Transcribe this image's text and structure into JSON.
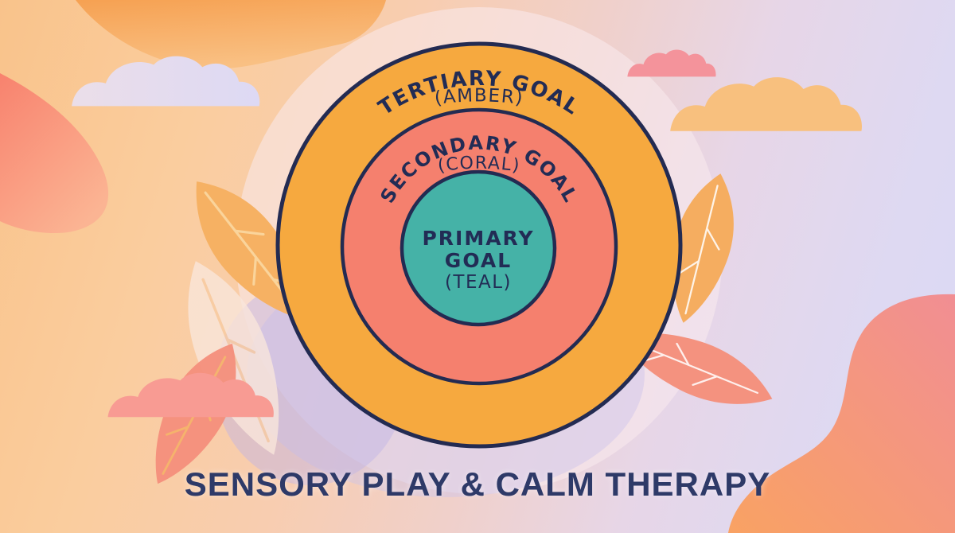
{
  "title": "SENSORY PLAY & CALM THERAPY",
  "diagram": {
    "type": "concentric-circles",
    "outline_color": "#232B52",
    "label_color": "#222C55",
    "rings": [
      {
        "name": "tertiary",
        "label": "TERTIARY GOAL",
        "sublabel": "(AMBER)",
        "color_name": "Amber",
        "fill": "#F6A93F"
      },
      {
        "name": "secondary",
        "label": "SECONDARY GOAL",
        "sublabel": "(CORAL)",
        "color_name": "Coral",
        "fill": "#F5806E"
      },
      {
        "name": "primary",
        "label_line1": "PRIMARY",
        "label_line2": "GOAL",
        "sublabel": "(TEAL)",
        "color_name": "Teal",
        "fill": "#45B2A7"
      }
    ]
  },
  "background": {
    "base_left": "#F9C38B",
    "base_right": "#DAD9F5",
    "decor": {
      "cloud_lavender_top_left": {
        "fill": "#E2DBF0"
      },
      "cloud_pink_top_right": {
        "fill": "#F4939B"
      },
      "cloud_orange_top_right": {
        "fill": "#F8C07E"
      },
      "cloud_pink_bottom_left": {
        "fill": "#F89B93"
      },
      "leaf_orange_left": {
        "fill": "#F6B163"
      },
      "leaf_cream_left": {
        "fill": "#FAE7DC"
      },
      "leaf_coral_left": {
        "fill": "#F58F7C"
      },
      "leaf_orange_right": {
        "fill": "#F5AD60"
      },
      "leaf_coral_right": {
        "fill": "#F4927F"
      }
    }
  }
}
